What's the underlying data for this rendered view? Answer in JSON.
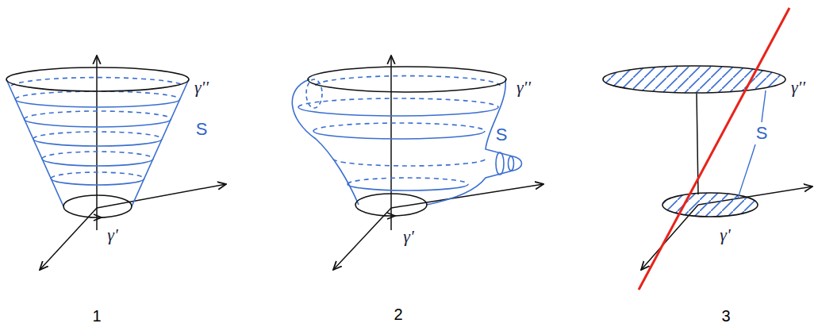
{
  "diagram": {
    "labels": [
      "γ''",
      "S",
      "γ'",
      "γ''",
      "S",
      "γ'",
      "γ''",
      "S",
      "γ'",
      "1",
      "2",
      "3"
    ]
  }
}
